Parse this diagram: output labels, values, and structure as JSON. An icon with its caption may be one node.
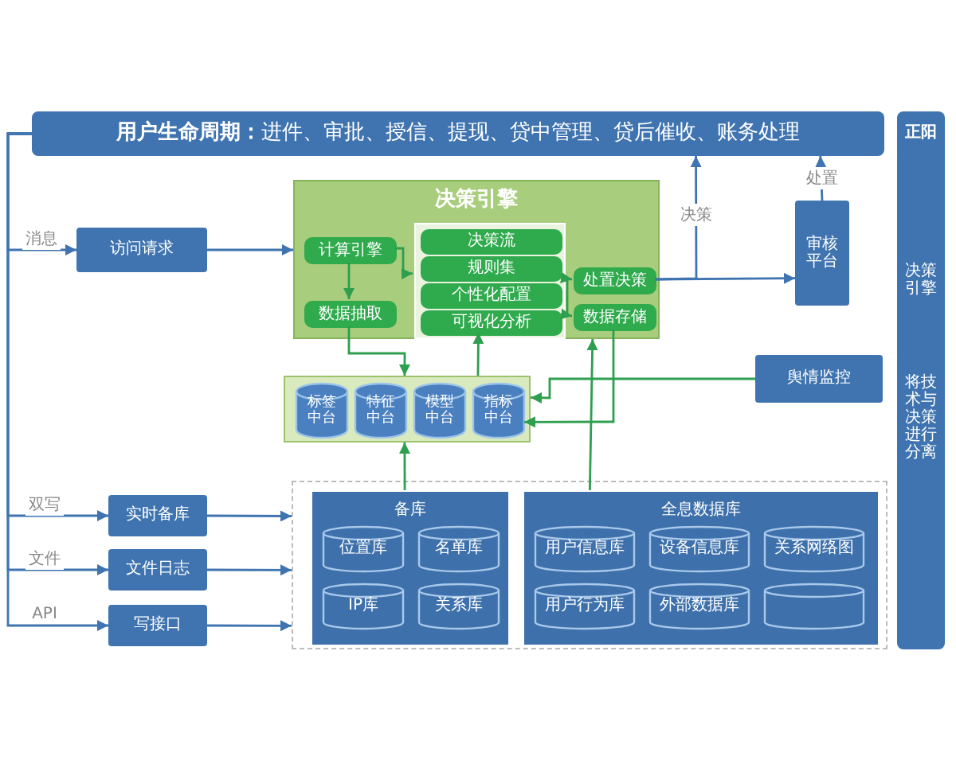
{
  "diagram": {
    "nodes": [
      {
        "text": [
          "**用户生命周期：**进件、审批、授信、提现、贷中管理、贷后催收、账务处理"
        ]
      },
      {
        "text": [
          "正阳",
          "决策引擎",
          "将技术与决策进行分离"
        ]
      },
      {
        "text": [
          "访问请求"
        ]
      },
      {
        "text": [
          "决策引擎"
        ]
      },
      {
        "text": [
          "计算引擎"
        ],
        "in": 3
      },
      {
        "text": [
          "数据抽取"
        ],
        "in": 3
      },
      {
        "text": [],
        "shape": "box",
        "in": 3
      },
      {
        "text": [
          "决策流"
        ],
        "in": 6
      },
      {
        "text": [
          "规则集"
        ],
        "in": 6
      },
      {
        "text": [
          "个性化配置"
        ],
        "in": 6
      },
      {
        "text": [
          "可视化分析"
        ],
        "in": 6
      },
      {
        "text": [
          "处置决策"
        ],
        "in": 3
      },
      {
        "text": [
          "数据存储"
        ],
        "in": 3
      },
      {
        "text": [
          "审核平台"
        ]
      },
      {
        "text": [
          "舆情监控"
        ]
      },
      {
        "text": [],
        "shape": "box"
      },
      {
        "text": [
          "标签中台"
        ],
        "in": 15
      },
      {
        "text": [
          "特征中台"
        ],
        "in": 15
      },
      {
        "text": [
          "模型中台"
        ],
        "in": 15
      },
      {
        "text": [
          "指标中台"
        ],
        "in": 15
      },
      {
        "text": [
          "实时备库"
        ]
      },
      {
        "text": [
          "文件日志"
        ]
      },
      {
        "text": [
          "写接口"
        ]
      },
      {
        "text": [],
        "shape": "box"
      },
      {
        "text": [
          "备库"
        ],
        "in": 23
      },
      {
        "text": [
          "位置库"
        ],
        "in": 24
      },
      {
        "text": [
          "名单库"
        ],
        "in": 24
      },
      {
        "text": [
          "IP库"
        ],
        "in": 24
      },
      {
        "text": [
          "关系库"
        ],
        "in": 24
      },
      {
        "text": [
          "全息数据库"
        ],
        "in": 23
      },
      {
        "text": [
          "用户信息库"
        ],
        "in": 29
      },
      {
        "text": [
          "设备信息库"
        ],
        "in": 29
      },
      {
        "text": [
          "关系网络图"
        ],
        "in": 29
      },
      {
        "text": [
          "用户行为库"
        ],
        "in": 29
      },
      {
        "text": [
          "外部数据库"
        ],
        "in": 29
      },
      {
        "text": [],
        "shape": "cylinder",
        "in": 29
      }
    ],
    "edges": [
      {
        "from": 0,
        "to": 2,
        "arrow": "to",
        "label": "消息"
      },
      {
        "from": 0,
        "to": 20,
        "arrow": "to",
        "label": "双写"
      },
      {
        "from": 0,
        "to": 21,
        "arrow": "to",
        "label": "文件"
      },
      {
        "from": 0,
        "to": 22,
        "arrow": "to",
        "label": "API"
      },
      {
        "from": 2,
        "to": 3,
        "arrow": "to"
      },
      {
        "from": 4,
        "to": 5,
        "arrow": "to",
        "color": "#2e9e4f"
      },
      {
        "from": 4,
        "to": 6,
        "arrow": "to",
        "color": "#2e9e4f"
      },
      {
        "from": 6,
        "to": 11,
        "arrow": "to",
        "color": "#2e9e4f"
      },
      {
        "from": 6,
        "to": 12,
        "arrow": "to",
        "color": "#2e9e4f"
      },
      {
        "from": 11,
        "to": 13,
        "arrow": "to"
      },
      {
        "from": 11,
        "to": 0,
        "arrow": "to",
        "label": "决策"
      },
      {
        "from": 13,
        "to": 0,
        "arrow": "to",
        "label": "处置"
      },
      {
        "from": 5,
        "to": 15,
        "arrow": "to",
        "color": "#2e9e4f"
      },
      {
        "from": 12,
        "to": 19,
        "arrow": "to",
        "color": "#2e9e4f"
      },
      {
        "from": 15,
        "to": 10,
        "arrow": "to",
        "color": "#2e9e4f"
      },
      {
        "from": 14,
        "to": 15,
        "arrow": "to",
        "color": "#2e9e4f"
      },
      {
        "from": 24,
        "to": 15,
        "arrow": "to",
        "color": "#2e9e4f"
      },
      {
        "from": 29,
        "to": 3,
        "arrow": "to",
        "color": "#2e9e4f"
      },
      {
        "from": 20,
        "to": 23,
        "arrow": "to"
      },
      {
        "from": 21,
        "to": 23,
        "arrow": "to"
      },
      {
        "from": 22,
        "to": 23,
        "arrow": "to"
      }
    ]
  }
}
